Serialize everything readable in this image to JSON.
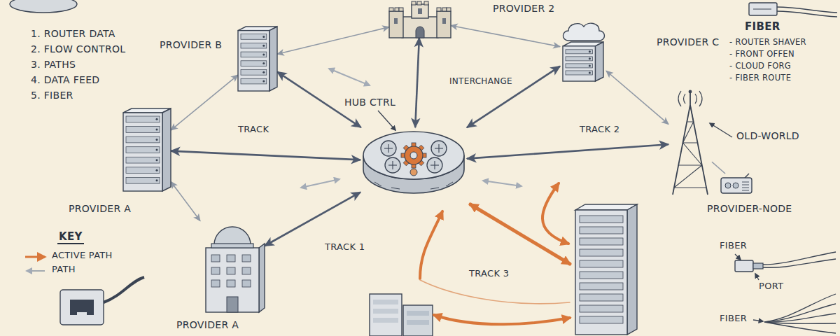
{
  "diagram": {
    "nodes": [
      {
        "text": [
          "HUB CTRL"
        ]
      },
      {
        "text": [
          "PROVIDER B"
        ]
      },
      {
        "text": [
          "PROVIDER 2"
        ]
      },
      {
        "text": [
          "PROVIDER C"
        ]
      },
      {
        "text": [
          "PROVIDER A"
        ]
      },
      {
        "text": [
          "OLD-WORLD"
        ]
      },
      {
        "text": [
          "PROVIDER-NODE"
        ]
      },
      {
        "text": [
          "PROVIDER A"
        ]
      }
    ],
    "edges": [
      {
        "from": 0,
        "to": 1,
        "arrow": "both"
      },
      {
        "from": 0,
        "to": 2,
        "arrow": "both"
      },
      {
        "from": 0,
        "to": 3,
        "arrow": "both"
      },
      {
        "from": 0,
        "to": 4,
        "arrow": "both"
      },
      {
        "from": 0,
        "to": 5,
        "arrow": "both"
      },
      {
        "from": 0,
        "to": 7,
        "arrow": "both"
      },
      {
        "from": 1,
        "to": 2,
        "arrow": "both"
      },
      {
        "from": 2,
        "to": 3,
        "arrow": "both"
      },
      {
        "from": 3,
        "to": 5,
        "arrow": "both"
      },
      {
        "from": 4,
        "to": 1,
        "arrow": "both"
      },
      {
        "from": 4,
        "to": 7,
        "arrow": "both"
      },
      {
        "from": 5,
        "to": 6,
        "arrow": "none"
      }
    ],
    "labels": [
      "1. ROUTER DATA",
      "2. FLOW CONTROL",
      "3. PATHS",
      "4. DATA FEED",
      "5. FIBER",
      "INTERCHANGE",
      "TRACK",
      "TRACK 2",
      "TRACK 1",
      "TRACK 3",
      "FIBER",
      "- ROUTER SHAVER",
      "- FRONT OFFEN",
      "- CLOUD FORG",
      "- FIBER ROUTE",
      "KEY",
      "FIBER",
      "PORT",
      "FIBER"
    ],
    "legend": [
      {
        "text": "ACTIVE PATH"
      },
      {
        "text": "PATH"
      }
    ]
  }
}
